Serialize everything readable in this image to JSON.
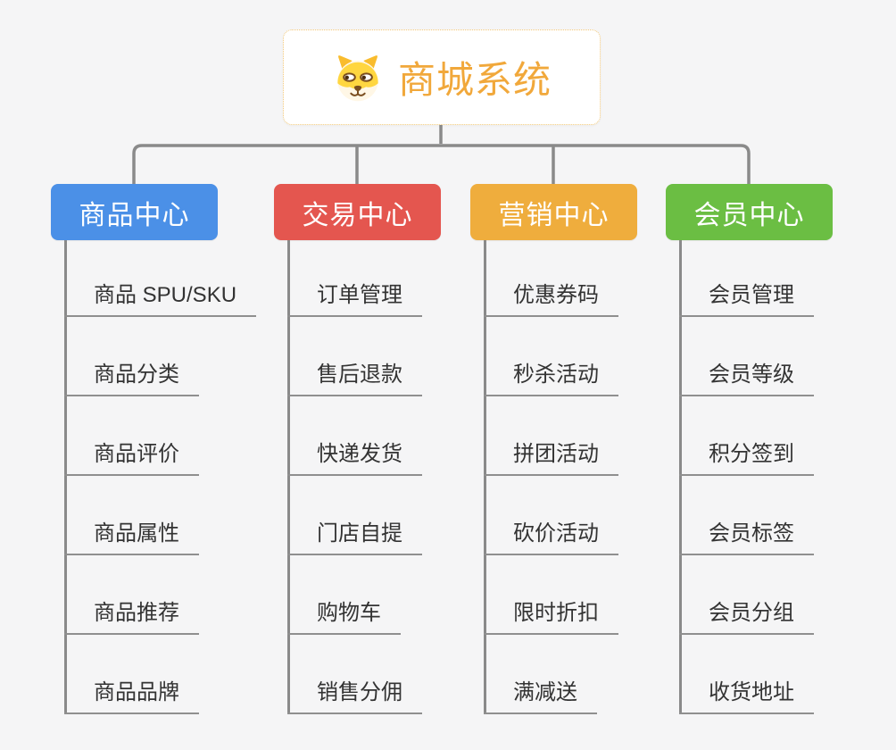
{
  "root": {
    "title": "商城系统",
    "title_color": "#F1A83B",
    "icon": "dog-face-icon"
  },
  "branches": [
    {
      "label": "商品中心",
      "color": "#4B90E7",
      "children": [
        "商品 SPU/SKU",
        "商品分类",
        "商品评价",
        "商品属性",
        "商品推荐",
        "商品品牌"
      ]
    },
    {
      "label": "交易中心",
      "color": "#E4564F",
      "children": [
        "订单管理",
        "售后退款",
        "快递发货",
        "门店自提",
        "购物车",
        "销售分佣"
      ]
    },
    {
      "label": "营销中心",
      "color": "#EFAD3D",
      "children": [
        "优惠券码",
        "秒杀活动",
        "拼团活动",
        "砍价活动",
        "限时折扣",
        "满减送"
      ]
    },
    {
      "label": "会员中心",
      "color": "#6BBE43",
      "children": [
        "会员管理",
        "会员等级",
        "积分签到",
        "会员标签",
        "会员分组",
        "收货地址"
      ]
    }
  ],
  "connector_color": "#8a8a8a"
}
